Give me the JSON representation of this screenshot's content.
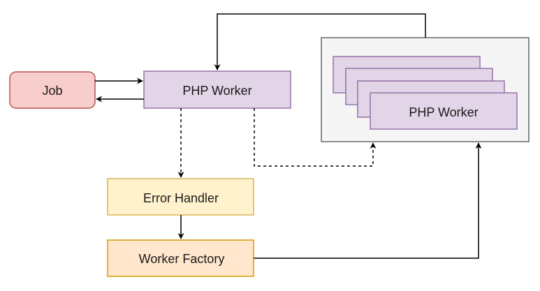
{
  "nodes": {
    "job": {
      "label": "Job",
      "fill": "#f8cecc",
      "stroke": "#b85450"
    },
    "php_worker": {
      "label": "PHP Worker",
      "fill": "#e1d5e7",
      "stroke": "#9673a6"
    },
    "error_handler": {
      "label": "Error Handler",
      "fill": "#fff2cc",
      "stroke": "#d6b656"
    },
    "worker_factory": {
      "label": "Worker Factory",
      "fill": "#ffe6cc",
      "stroke": "#d79b00"
    },
    "worker_pool": {
      "fill": "#f5f5f5",
      "stroke": "#666666",
      "stack_count": 4,
      "front_label": "PHP Worker"
    }
  },
  "edges": [
    {
      "from": "job",
      "to": "php_worker",
      "style": "solid"
    },
    {
      "from": "php_worker",
      "to": "job",
      "style": "solid"
    },
    {
      "from": "php_worker",
      "to": "error_handler",
      "style": "dashed"
    },
    {
      "from": "php_worker",
      "to": "worker_pool",
      "style": "dashed"
    },
    {
      "from": "error_handler",
      "to": "worker_factory",
      "style": "solid"
    },
    {
      "from": "worker_factory",
      "to": "worker_pool",
      "style": "solid"
    },
    {
      "from": "worker_pool",
      "to": "php_worker",
      "style": "solid"
    }
  ]
}
